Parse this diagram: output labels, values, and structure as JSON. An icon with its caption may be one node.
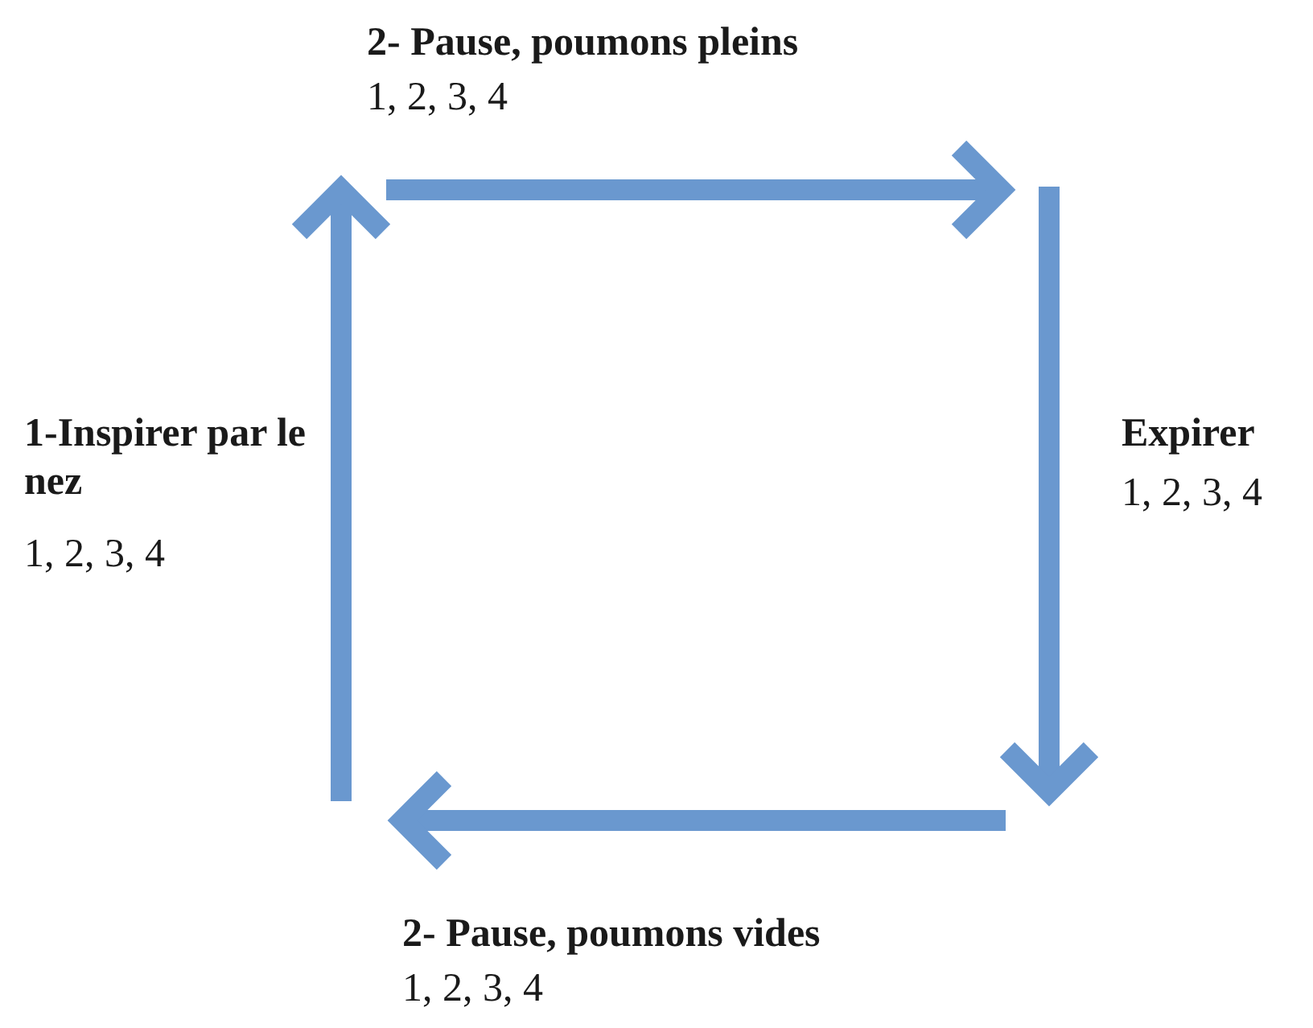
{
  "diagram": {
    "labels": [
      "2- Pause, poumons pleins",
      "1, 2, 3, 4",
      "1-Inspirer par le nez",
      "1, 2, 3, 4",
      "Expirer",
      "1, 2, 3, 4",
      "2- Pause, poumons vides",
      "1, 2, 3, 4"
    ]
  }
}
